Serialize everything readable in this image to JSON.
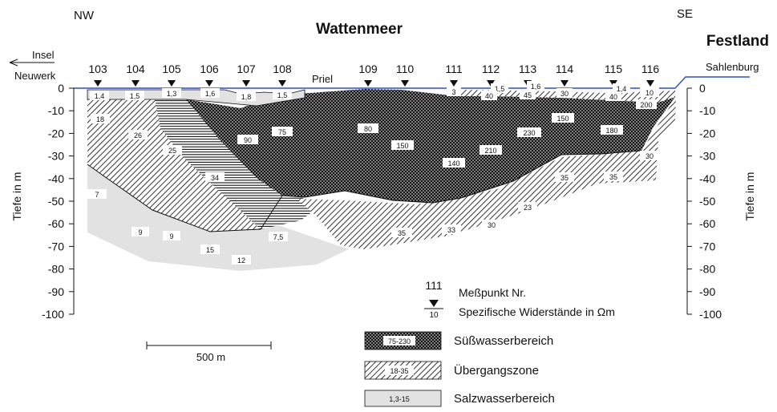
{
  "labels": {
    "nw": "NW",
    "se": "SE",
    "title": "Wattenmeer",
    "mainland": "Festland",
    "island_1": "Insel",
    "island_2": "Neuwerk",
    "town": "Sahlenburg",
    "channel": "Priel",
    "depth_axis_left": "Tiefe in m",
    "depth_axis_right": "Tiefe in m",
    "scale_bar": "500 m"
  },
  "depth_ticks": [
    "0",
    "-10",
    "-20",
    "-30",
    "-40",
    "-50",
    "-60",
    "-70",
    "-80",
    "-90",
    "-100"
  ],
  "right_ticks": [
    "0",
    "-10",
    "-20",
    "-30",
    "-40",
    "-50",
    "-60",
    "-70",
    "-80",
    "-90",
    "-100"
  ],
  "measurement_points": [
    "103",
    "104",
    "105",
    "106",
    "107",
    "108",
    "109",
    "110",
    "111",
    "112",
    "113",
    "114",
    "115",
    "116"
  ],
  "surface_values": [
    "1,4",
    "1,5",
    "1,3",
    "1,6",
    "1,8",
    "1,5",
    "3",
    "1,5",
    "40",
    "1,6",
    "45",
    "30",
    "1,4",
    "40",
    "10",
    "200"
  ],
  "fresh_values": [
    "75",
    "90",
    "80",
    "150",
    "140",
    "210",
    "230",
    "150",
    "180"
  ],
  "transition_values": [
    "18",
    "26",
    "25",
    "34",
    "35",
    "33",
    "30",
    "23",
    "35",
    "35",
    "30"
  ],
  "salt_values": [
    "7",
    "9",
    "9",
    "15",
    "12",
    "7,5"
  ],
  "legend": {
    "point_number": "111",
    "point_title": "Meßpunkt Nr.",
    "point_value": "10",
    "point_desc": "Spezifische Widerstände in Ωm",
    "fresh_range": "75-230",
    "fresh_label": "Süßwasserbereich",
    "transition_range": "18-35",
    "transition_label": "Übergangszone",
    "salt_range": "1,3-15",
    "salt_label": "Salzwasserbereich"
  },
  "colors": {
    "surface_line": "#2b4ec9",
    "salt_fill": "#e2e2e2",
    "fresh_fill": "#3d3d3d"
  }
}
